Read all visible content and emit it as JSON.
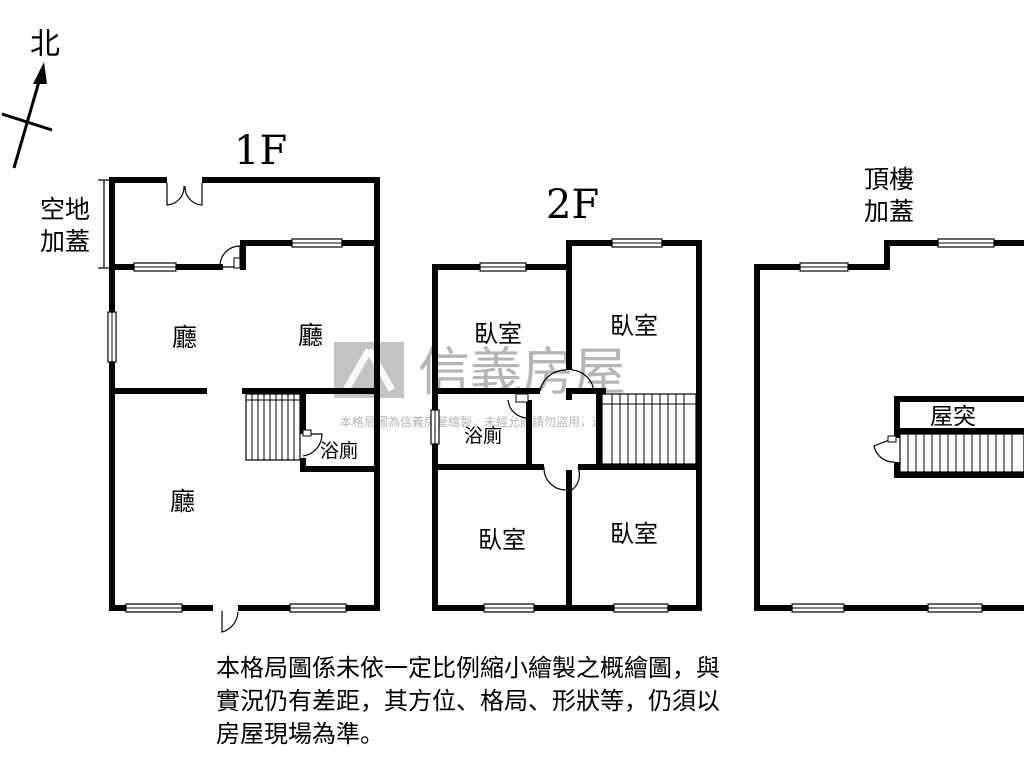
{
  "compass": {
    "label": "北"
  },
  "watermark": {
    "brand": "信義房屋",
    "notice": "本格局圖為信義房屋繪製，未經允許請勿盜用，違者必究"
  },
  "annotation": {
    "line1": "空地",
    "line2": "加蓋"
  },
  "floors": {
    "f1": {
      "title": "1F",
      "rooms": {
        "hall_left": "廳",
        "hall_right": "廳",
        "bath": "浴廁",
        "hall_bottom": "廳"
      }
    },
    "f2": {
      "title": "2F",
      "rooms": {
        "bed_tl": "臥室",
        "bed_tr": "臥室",
        "bath": "浴廁",
        "bed_bl": "臥室",
        "bed_br": "臥室"
      }
    },
    "roof": {
      "title_line1": "頂樓",
      "title_line2": "加蓋",
      "rooms": {
        "stair_house": "屋突"
      }
    }
  },
  "disclaimer": "本格局圖係未依一定比例縮小繪製之概繪圖，與\n實況仍有差距，其方位、格局、形狀等，仍須以\n房屋現場為準。"
}
